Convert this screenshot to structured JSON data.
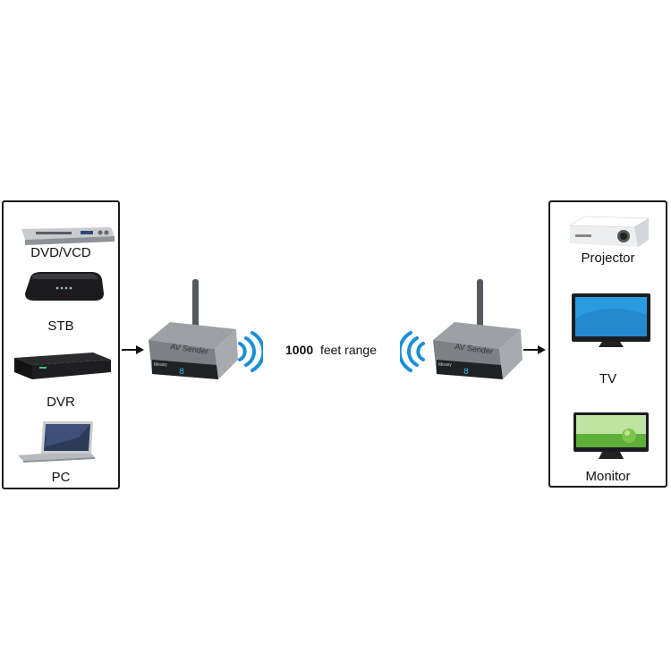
{
  "sources": [
    {
      "label": "DVD/VCD",
      "icon": "dvd-player-icon"
    },
    {
      "label": "STB",
      "icon": "set-top-box-icon"
    },
    {
      "label": "DVR",
      "icon": "dvr-icon"
    },
    {
      "label": "PC",
      "icon": "laptop-icon"
    }
  ],
  "displays": [
    {
      "label": "Projector",
      "icon": "projector-icon"
    },
    {
      "label": "TV",
      "icon": "tv-icon"
    },
    {
      "label": "Monitor",
      "icon": "monitor-icon"
    }
  ],
  "range": {
    "number": "1000",
    "text": "feet range"
  },
  "devices": {
    "brand": "Measy",
    "face_text": "AV Sender"
  },
  "colors": {
    "wave": "#1a8fd9",
    "border": "#1a1a1a",
    "device": "#8a8d92",
    "tv_screen": "#2a9be0"
  }
}
